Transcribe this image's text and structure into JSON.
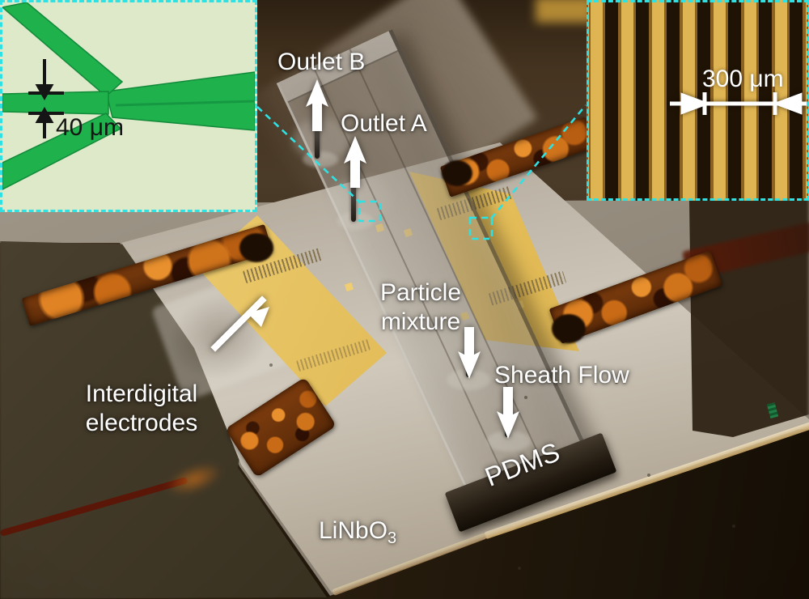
{
  "figure": {
    "type": "annotated-photograph",
    "subject": "Acoustofluidic particle-separation chip: PDMS microchannel bonded on LiNbO3 substrate with interdigital electrodes",
    "labels": {
      "outlet_b": "Outlet B",
      "outlet_a": "Outlet A",
      "particle_mixture": [
        "Particle",
        "mixture"
      ],
      "sheath_flow": "Sheath Flow",
      "interdigital_electrodes": [
        "Interdigital",
        "electrodes"
      ],
      "pdms": "PDMS",
      "linbo3_base": "LiNbO",
      "linbo3_subscript": "3"
    },
    "insets": {
      "channel_junction": {
        "scale_label": "40 μm"
      },
      "idt_fingers": {
        "scale_label": "300 μm"
      }
    },
    "colors": {
      "annotation_cyan": "#2ee2e4",
      "label_white": "#ffffff",
      "channel_green": "#1fb14c",
      "inset1_background": "#dde9c8",
      "electrode_gold": "#e3bc55",
      "idt_dark_stripe": "#1f1305",
      "copper_tape": "#8a4a14",
      "scale_text_black": "#141414"
    }
  }
}
